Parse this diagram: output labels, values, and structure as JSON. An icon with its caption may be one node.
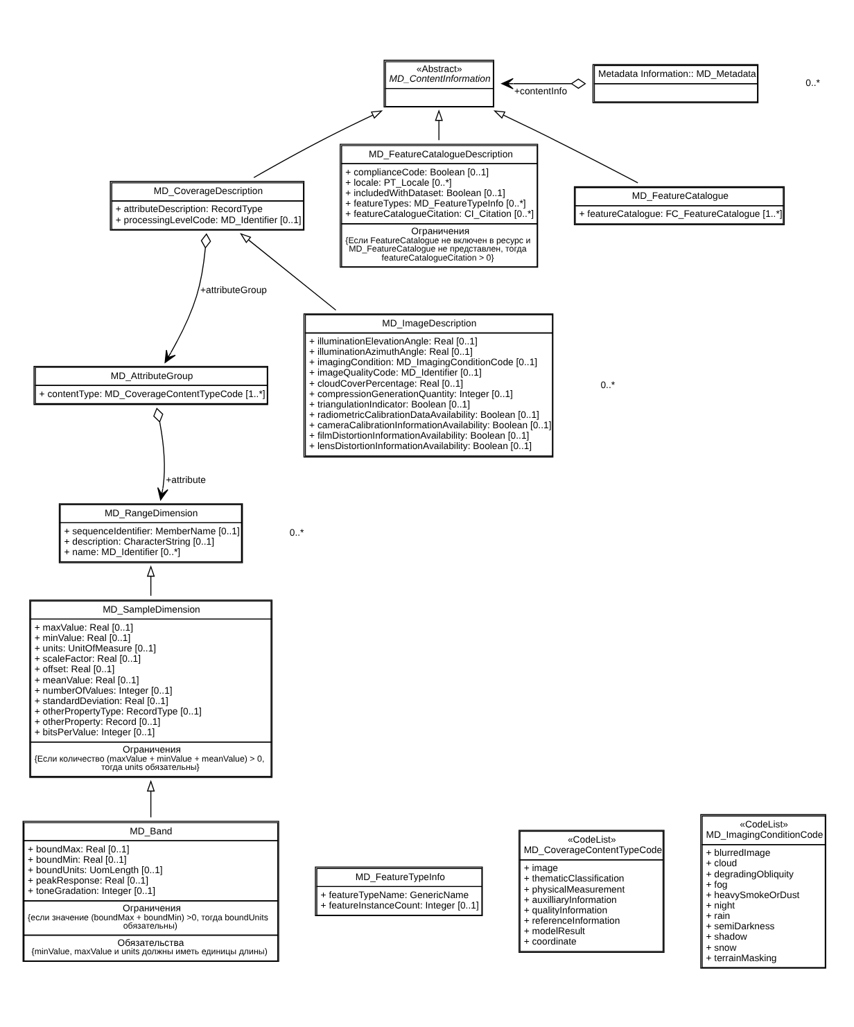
{
  "diagram": {
    "nodes": [
      {
        "text": [
          "«Abstract»",
          "MD_ContentInformation"
        ]
      },
      {
        "text": [
          "Metadata Information:: MD_Metadata"
        ]
      },
      {
        "text": [
          "MD_CoverageDescription",
          "+ attributeDescription: RecordType",
          "+ processingLevelCode: MD_Identifier [0..1]"
        ]
      },
      {
        "text": [
          "MD_FeatureCatalogueDescription",
          "+ complianceCode: Boolean [0..1]",
          "+ locale: PT_Locale [0..*]",
          "+ includedWithDataset: Boolean [0..1]",
          "+ featureTypes: MD_FeatureTypeInfo [0..*]",
          "+ featureCatalogueCitation: CI_Citation [0..*]",
          "Ограничения",
          "{Если FeatureCatalogue не включен в ресурс и MD_FeatureCatalogue не представлен, тогда featureCatalogueCitation > 0}"
        ]
      },
      {
        "text": [
          "MD_AttributeGroup",
          "+ contentType: MD_CoverageContentTypeCode [1..*]"
        ]
      },
      {
        "text": [
          "MD_FeatureCatalogue",
          "+ featureCatalogue: FC_FeatureCatalogue [1..*]"
        ]
      },
      {
        "text": [
          "MD_RangeDimension",
          "+ sequenceIdentifier: MemberName [0..1]",
          "+ description: CharacterString [0..1]",
          "+ name: MD_Identifier [0..*]"
        ]
      },
      {
        "text": [
          "MD_ImageDescription",
          "+ illuminationElevationAngle: Real [0..1]",
          "+ illuminationAzimuthAngle: Real [0..1]",
          "+ imagingCondition: MD_ImagingConditionCode [0..1]",
          "+ imageQualityCode: MD_Identifier [0..1]",
          "+ cloudCoverPercentage: Real [0..1]",
          "+ compressionGenerationQuantity: Integer [0..1]",
          "+ triangulationIndicator: Boolean [0..1]",
          "+ radiometricCalibrationDataAvailability: Boolean [0..1]",
          "+ cameraCalibrationInformationAvailability: Boolean [0..1]",
          "+ filmDistortionInformationAvailability: Boolean [0..1]",
          "+ lensDistortionInformationAvailability: Boolean [0..1]"
        ]
      },
      {
        "text": [
          "MD_SampleDimension",
          "+ maxValue: Real [0..1]",
          "+ minValue: Real [0..1]",
          "+ units: UnitOfMeasure [0..1]",
          "+ scaleFactor: Real [0..1]",
          "+ offset: Real [0..1]",
          "+ meanValue: Real [0..1]",
          "+ numberOfValues: Integer [0..1]",
          "+ standardDeviation: Real [0..1]",
          "+ otherPropertyType: RecordType [0..1]",
          "+ otherProperty: Record [0..1]",
          "+ bitsPerValue: Integer [0..1]",
          "Ограничения",
          "{Если количество (maxValue + minValue + meanValue) > 0, тогда units обязательны}"
        ]
      },
      {
        "text": [
          "MD_FeatureTypeInfo",
          "+ featureTypeName: GenericName",
          "+ featureInstanceCount: Integer [0..1]"
        ]
      },
      {
        "text": [
          "«CodeList»",
          "MD_CoverageContentTypeCode",
          "+ image",
          "+ thematicClassification",
          "+ physicalMeasurement",
          "+ auxilliaryInformation",
          "+ qualityInformation",
          "+ referenceInformation",
          "+ modelResult",
          "+ coordinate"
        ]
      },
      {
        "text": [
          "MD_Band",
          "+ boundMax: Real [0..1]",
          "+ boundMin: Real [0..1]",
          "+ boundUnits: UomLength [0..1]",
          "+ peakResponse: Real [0..1]",
          "+ toneGradation: Integer [0..1]",
          "Ограничения",
          "{если значение (boundMax + boundMin) >0, тогда boundUnits обязательны)",
          "Обязательства",
          "{minValue, maxValue и units должны иметь единицы длины)"
        ]
      },
      {
        "text": [
          "«CodeList»",
          "MD_ImagingConditionCode",
          "+ blurredImage",
          "+ cloud",
          "+ degradingObliquity",
          "+ fog",
          "+ heavySmokeOrDust",
          "+ night",
          "+ rain",
          "+ semiDarkness",
          "+ shadow",
          "+ snow",
          "+ terrainMasking"
        ]
      }
    ],
    "edges": [
      {
        "from": 1,
        "to": 0,
        "arrow": "to",
        "label": "+contentInfo"
      },
      {
        "from": 2,
        "to": 0,
        "arrow": "to"
      },
      {
        "from": 3,
        "to": 0,
        "arrow": "to"
      },
      {
        "from": 5,
        "to": 0,
        "arrow": "to"
      },
      {
        "from": 7,
        "to": 2,
        "arrow": "to"
      },
      {
        "from": 2,
        "to": 4,
        "arrow": "to",
        "label": "+attributeGroup"
      },
      {
        "from": 4,
        "to": 6,
        "arrow": "to",
        "label": "+attribute"
      },
      {
        "from": 8,
        "to": 6,
        "arrow": "to"
      },
      {
        "from": 11,
        "to": 8,
        "arrow": "to"
      }
    ],
    "labels": [
      "0..*",
      "0..*",
      "0..*"
    ]
  }
}
